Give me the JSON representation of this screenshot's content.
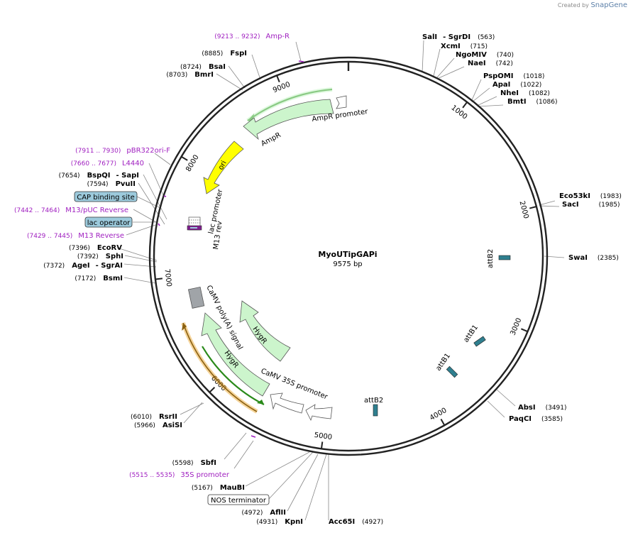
{
  "credit": {
    "prefix": "Created by",
    "brand": "SnapGene"
  },
  "plasmid": {
    "name": "MyoUTipGAPi",
    "length_label": "9575 bp",
    "length": 9575
  },
  "ticks": [
    {
      "pos": 1000,
      "label": "1000"
    },
    {
      "pos": 2000,
      "label": "2000"
    },
    {
      "pos": 3000,
      "label": "3000"
    },
    {
      "pos": 4000,
      "label": "4000"
    },
    {
      "pos": 5000,
      "label": "5000"
    },
    {
      "pos": 6000,
      "label": "6000"
    },
    {
      "pos": 7000,
      "label": "7000"
    },
    {
      "pos": 8000,
      "label": "8000"
    },
    {
      "pos": 9000,
      "label": "9000"
    }
  ],
  "enzymes": [
    {
      "name": "SalI",
      "extra": "- SgrDI",
      "pos_label": "(563)",
      "pos": 563,
      "side": "right"
    },
    {
      "name": "XcmI",
      "pos_label": "(715)",
      "pos": 715,
      "side": "right"
    },
    {
      "name": "NgoMIV",
      "pos_label": "(740)",
      "pos": 740,
      "side": "right"
    },
    {
      "name": "NaeI",
      "pos_label": "(742)",
      "pos": 742,
      "side": "right"
    },
    {
      "name": "PspOMI",
      "pos_label": "(1018)",
      "pos": 1018,
      "side": "right"
    },
    {
      "name": "ApaI",
      "pos_label": "(1022)",
      "pos": 1022,
      "side": "right"
    },
    {
      "name": "NheI",
      "pos_label": "(1082)",
      "pos": 1082,
      "side": "right"
    },
    {
      "name": "BmtI",
      "pos_label": "(1086)",
      "pos": 1086,
      "side": "right"
    },
    {
      "name": "Eco53kI",
      "pos_label": "(1983)",
      "pos": 1983,
      "side": "right"
    },
    {
      "name": "SacI",
      "pos_label": "(1985)",
      "pos": 1985,
      "side": "right"
    },
    {
      "name": "SwaI",
      "pos_label": "(2385)",
      "pos": 2385,
      "side": "right"
    },
    {
      "name": "AbsI",
      "pos_label": "(3491)",
      "pos": 3491,
      "side": "right"
    },
    {
      "name": "PaqCI",
      "pos_label": "(3585)",
      "pos": 3585,
      "side": "right"
    },
    {
      "name": "Acc65I",
      "pos_label": "(4927)",
      "pos": 4927,
      "side": "right"
    },
    {
      "name": "KpnI",
      "pos_label": "(4931)",
      "pos": 4931,
      "side": "left"
    },
    {
      "name": "AflII",
      "pos_label": "(4972)",
      "pos": 4972,
      "side": "left"
    },
    {
      "name": "MauBI",
      "pos_label": "(5167)",
      "pos": 5167,
      "side": "left"
    },
    {
      "name": "SbfI",
      "pos_label": "(5598)",
      "pos": 5598,
      "side": "left"
    },
    {
      "name": "AsiSI",
      "pos_label": "(5966)",
      "pos": 5966,
      "side": "left"
    },
    {
      "name": "RsrII",
      "pos_label": "(6010)",
      "pos": 6010,
      "side": "left"
    },
    {
      "name": "BsmI",
      "pos_label": "(7172)",
      "pos": 7172,
      "side": "left"
    },
    {
      "name": "AgeI",
      "extra": "- SgrAI",
      "pos_label": "(7372)",
      "pos": 7372,
      "side": "left"
    },
    {
      "name": "SphI",
      "pos_label": "(7392)",
      "pos": 7392,
      "side": "left"
    },
    {
      "name": "EcoRV",
      "pos_label": "(7396)",
      "pos": 7396,
      "side": "left"
    },
    {
      "name": "PvuII",
      "pos_label": "(7594)",
      "pos": 7594,
      "side": "left"
    },
    {
      "name": "BspQI",
      "extra": "- SapI",
      "pos_label": "(7654)",
      "pos": 7654,
      "side": "left"
    },
    {
      "name": "BmrI",
      "pos_label": "(8703)",
      "pos": 8703,
      "side": "left"
    },
    {
      "name": "BsaI",
      "pos_label": "(8724)",
      "pos": 8724,
      "side": "left"
    },
    {
      "name": "FspI",
      "pos_label": "(8885)",
      "pos": 8885,
      "side": "left"
    }
  ],
  "primers": [
    {
      "name": "Amp-R",
      "range_label": "(9213 .. 9232)",
      "pos": 9222
    },
    {
      "name": "pBR322ori-F",
      "range_label": "(7911 .. 7930)",
      "pos": 7920
    },
    {
      "name": "L4440",
      "range_label": "(7660 .. 7677)",
      "pos": 7668
    },
    {
      "name": "M13/pUC Reverse",
      "range_label": "(7442 .. 7464)",
      "pos": 7453
    },
    {
      "name": "M13 Reverse",
      "range_label": "(7429 .. 7445)",
      "pos": 7437
    },
    {
      "name": "35S promoter",
      "range_label": "(5515 .. 5535)",
      "pos": 5525
    }
  ],
  "boxed_labels": [
    {
      "name": "CAP binding site",
      "style": "blue",
      "pos": 7560
    },
    {
      "name": "lac operator",
      "style": "blue",
      "pos": 7480
    },
    {
      "name": "NOS terminator",
      "style": "white",
      "pos": 5150
    }
  ],
  "features": [
    {
      "name": "AmpR promoter",
      "color": "#ffffff"
    },
    {
      "name": "AmpR",
      "color": "#ccf5cc"
    },
    {
      "name": "ori",
      "color": "#ffff00"
    },
    {
      "name": "lac promoter",
      "color": "#ffffff"
    },
    {
      "name": "M13 rev",
      "color": "#ffffff"
    },
    {
      "name": "CaMV poly(A) signal",
      "color": "#a0a4a8"
    },
    {
      "name": "HygR",
      "color": "#ccf5cc"
    },
    {
      "name": "HygR",
      "color": "#ccf5cc"
    },
    {
      "name": "CaMV 35S promoter",
      "color": "#ffffff"
    },
    {
      "name": "attB2",
      "color": "#2f7f8f"
    },
    {
      "name": "attB1",
      "color": "#2f7f8f"
    },
    {
      "name": "attB1",
      "color": "#2f7f8f"
    },
    {
      "name": "attB2",
      "color": "#2f7f8f"
    }
  ],
  "colors": {
    "primer": "#a020c0",
    "feature_green": "#ccf5cc",
    "ori_yellow": "#ffff00",
    "orf_line_green": "#2a8a1a",
    "orf_line_orange": "#e8a020",
    "attB_teal": "#2f7f8f",
    "box_blue": "#9ccadc",
    "ring": "#222222"
  }
}
